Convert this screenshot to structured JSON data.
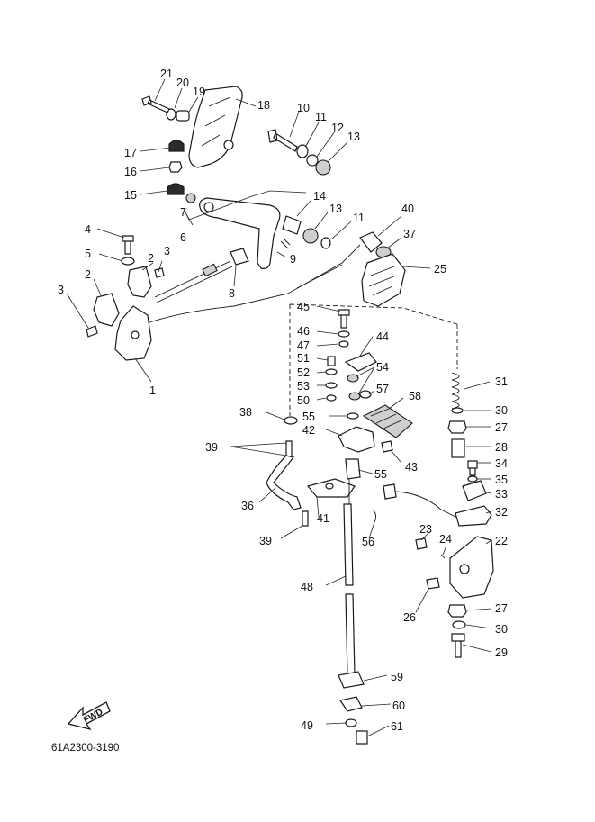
{
  "diagram_code": "61A2300-3190",
  "fwd_label": "FWD",
  "callouts": [
    "1",
    "2",
    "2",
    "3",
    "3",
    "4",
    "5",
    "6",
    "7",
    "8",
    "9",
    "10",
    "11",
    "11",
    "12",
    "13",
    "13",
    "14",
    "15",
    "16",
    "17",
    "18",
    "19",
    "20",
    "21",
    "22",
    "23",
    "24",
    "25",
    "26",
    "27",
    "27",
    "28",
    "29",
    "30",
    "30",
    "31",
    "32",
    "33",
    "34",
    "35",
    "36",
    "37",
    "38",
    "39",
    "39",
    "40",
    "41",
    "42",
    "43",
    "44",
    "45",
    "46",
    "47",
    "48",
    "49",
    "50",
    "51",
    "52",
    "53",
    "54",
    "55",
    "55",
    "56",
    "57",
    "58",
    "59",
    "60",
    "61"
  ]
}
